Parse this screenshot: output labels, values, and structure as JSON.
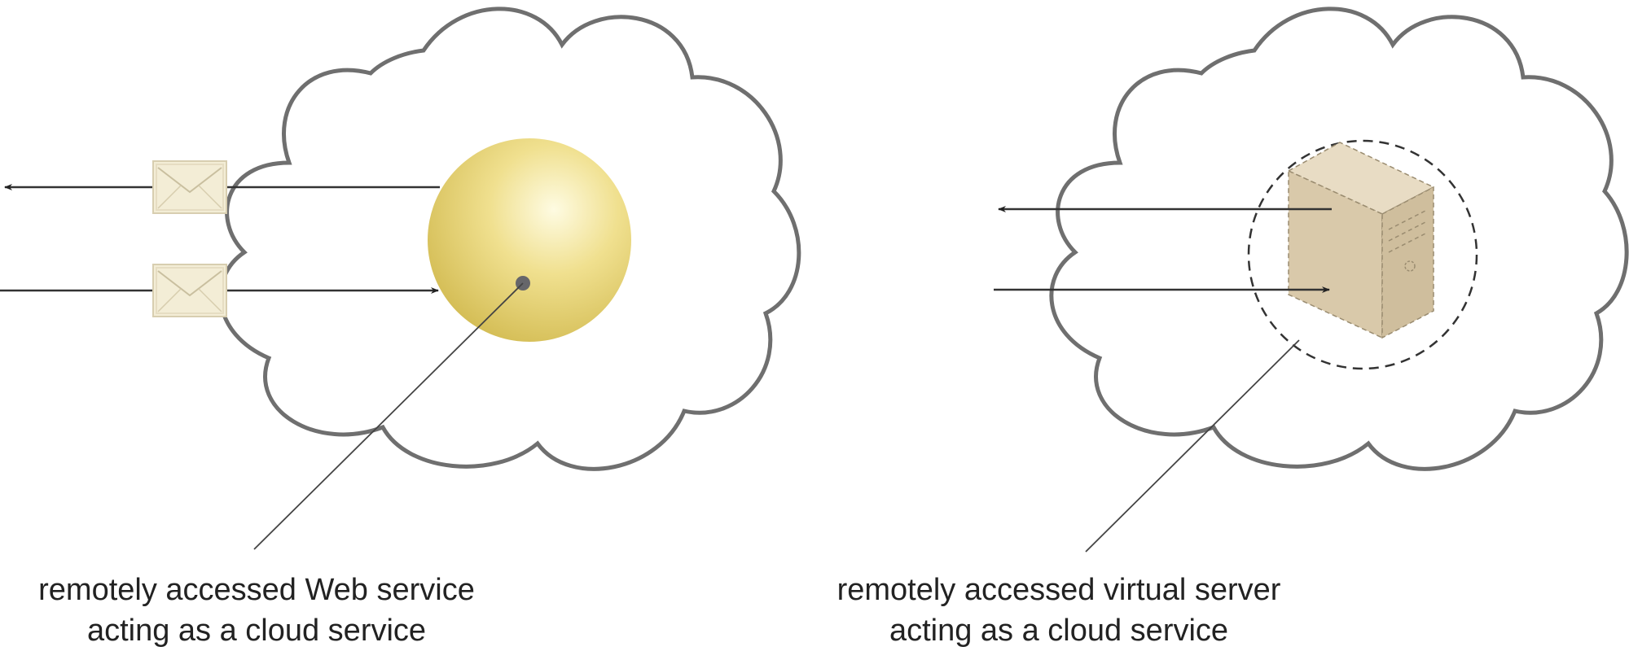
{
  "captions": {
    "web_service": {
      "line1": "remotely accessed Web service",
      "line2": "acting as a cloud service"
    },
    "virtual_server": {
      "line1": "remotely accessed virtual server",
      "line2": "acting as a cloud service"
    }
  },
  "colors": {
    "cloud_outline": "#6f6f6f",
    "sphere_light": "#fbf6c8",
    "sphere_dark": "#d8c25a",
    "server_fill": "#dccdb0",
    "envelope_fill": "#f3edd6",
    "line": "#333333"
  },
  "icons": {
    "message_envelope": "envelope-icon",
    "web_service": "sphere-icon",
    "virtual_server": "server-icon"
  }
}
